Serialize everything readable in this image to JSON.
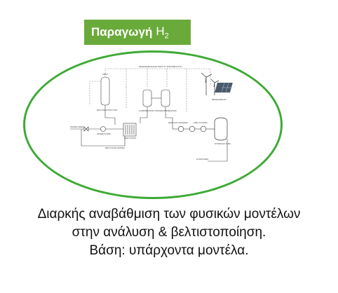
{
  "header": {
    "title_bold": "Παραγωγή",
    "title_rest": "H",
    "title_sub": "2"
  },
  "diagram": {
    "labels": {
      "top_bus": "RENEWABLE ELECTRICITY DISTRIBUTION",
      "vent": "VENT",
      "dehydration": "DEHYDRATION UNIT",
      "compressor_stage": "COMPRESSOR STAGE",
      "compressor_2": "COMPRESSOR",
      "renewables": "RENEWABLES",
      "water_feed": "WATER FEED",
      "water_pump": "WATER PUMP",
      "pem_stack": "PEM STACK",
      "heat_exchanger": "HEAT EXCHANGER",
      "storage_tank": "STORAGE TANK",
      "hydrogen": "HYDROGEN",
      "recycled_water": "RECYCLED WATER",
      "pre_cooler": "PRE COOLER"
    },
    "colors": {
      "line": "#555555",
      "dashed": "#888888"
    }
  },
  "caption": {
    "line1": "Διαρκής αναβάθμιση των φυσικών μοντέλων",
    "line2": "στην ανάλυση & βελτιστοποίηση.",
    "line3": "Βάση: υπάρχοντα μοντέλα."
  }
}
